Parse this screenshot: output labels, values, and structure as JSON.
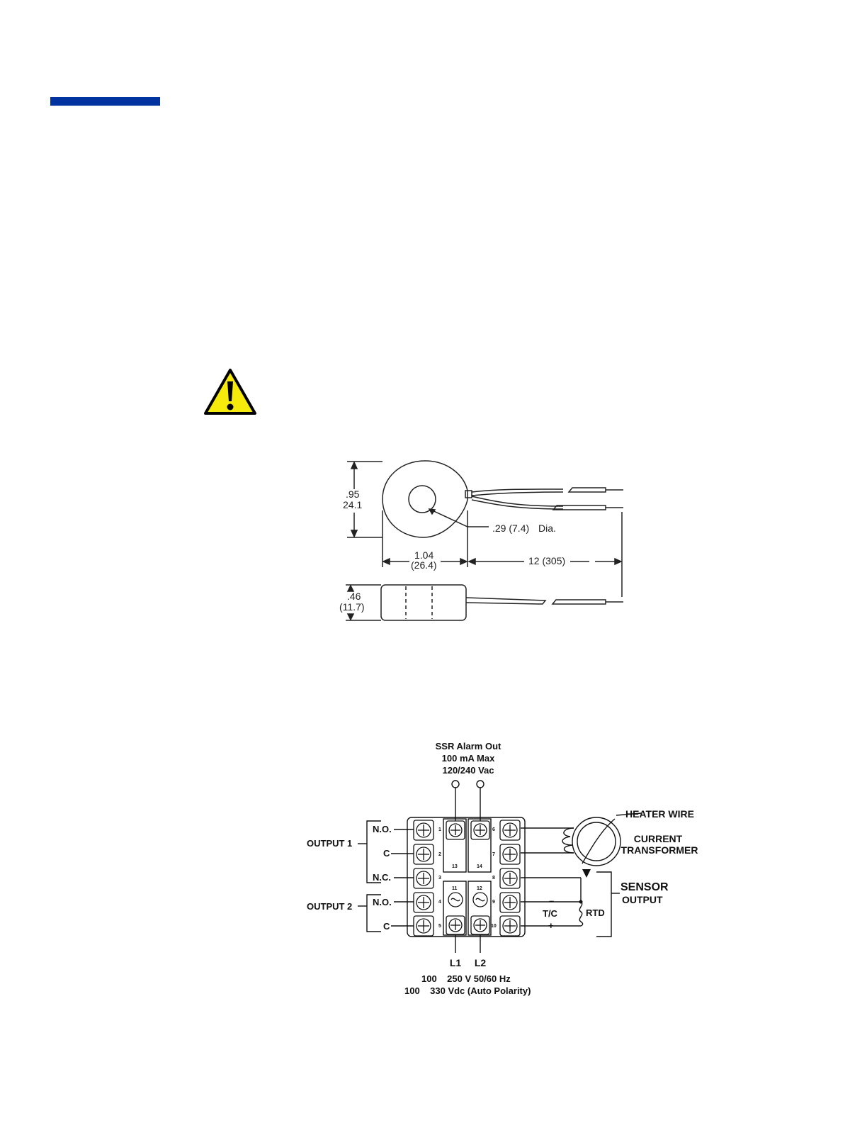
{
  "colors": {
    "accent": "#0033a0",
    "warning_fill": "#f5ea0c",
    "ink": "#111111"
  },
  "icons": {
    "warning": "warning-triangle-icon"
  },
  "dimension_drawing": {
    "height_in": ".95",
    "height_mm": "24.1",
    "hole_dia": ".29 (7.4)",
    "hole_dia_suffix": "Dia.",
    "width_in": "1.04",
    "width_mm": "(26.4)",
    "lead_length": "12 (305)",
    "thickness_in": ".46",
    "thickness_mm": "(11.7)"
  },
  "wiring_diagram": {
    "ssr_title": "SSR Alarm Out",
    "ssr_current": "100 mA Max",
    "ssr_voltage": "120/240 Vac",
    "output1": "OUTPUT 1",
    "output2": "OUTPUT 2",
    "no_1": "N.O.",
    "c_1": "C",
    "nc_1": "N.C.",
    "no_2": "N.O.",
    "c_2": "C",
    "heater_wire": "HEATER WIRE",
    "current_transformer_1": "CURRENT",
    "current_transformer_2": "TRANSFORMER",
    "sensor": "SENSOR",
    "sensor_output": "OUTPUT",
    "tc": "T/C",
    "rtd": "RTD",
    "minus": "–",
    "plus": "+",
    "l1": "L1",
    "l2": "L2",
    "power_ac": "100    250 V 50/60 Hz",
    "power_dc": "100    330 Vdc (Auto Polarity)",
    "terminals": {
      "t1": "1",
      "t2": "2",
      "t3": "3",
      "t4": "4",
      "t5": "5",
      "t6": "6",
      "t7": "7",
      "t8": "8",
      "t9": "9",
      "t10": "10",
      "t11": "11",
      "t12": "12",
      "t13": "13",
      "t14": "14"
    }
  }
}
